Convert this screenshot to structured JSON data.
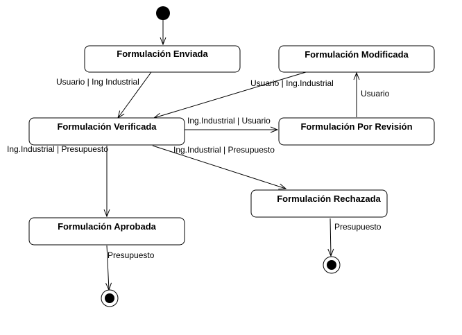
{
  "states": {
    "enviada": "Formulación Enviada",
    "modificada": "Formulación Modificada",
    "verificada": "Formulación Verificada",
    "revision": "Formulación Por Revisión",
    "rechazada": "Formulación Rechazada",
    "aprobada": "Formulación Aprobada"
  },
  "transitions": {
    "enviada_to_verificada": "Usuario | Ing Industrial",
    "modificada_to_verificada": "Usuario | Ing.Industrial",
    "revision_to_modificada": "Usuario",
    "verificada_to_revision": "Ing.Industrial | Usuario",
    "verificada_to_aprobada": "Ing.Industrial | Presupuesto",
    "verificada_to_rechazada": "Ing.Industrial | Presupuesto",
    "aprobada_to_final": "Presupuesto",
    "rechazada_to_final": "Presupuesto"
  }
}
